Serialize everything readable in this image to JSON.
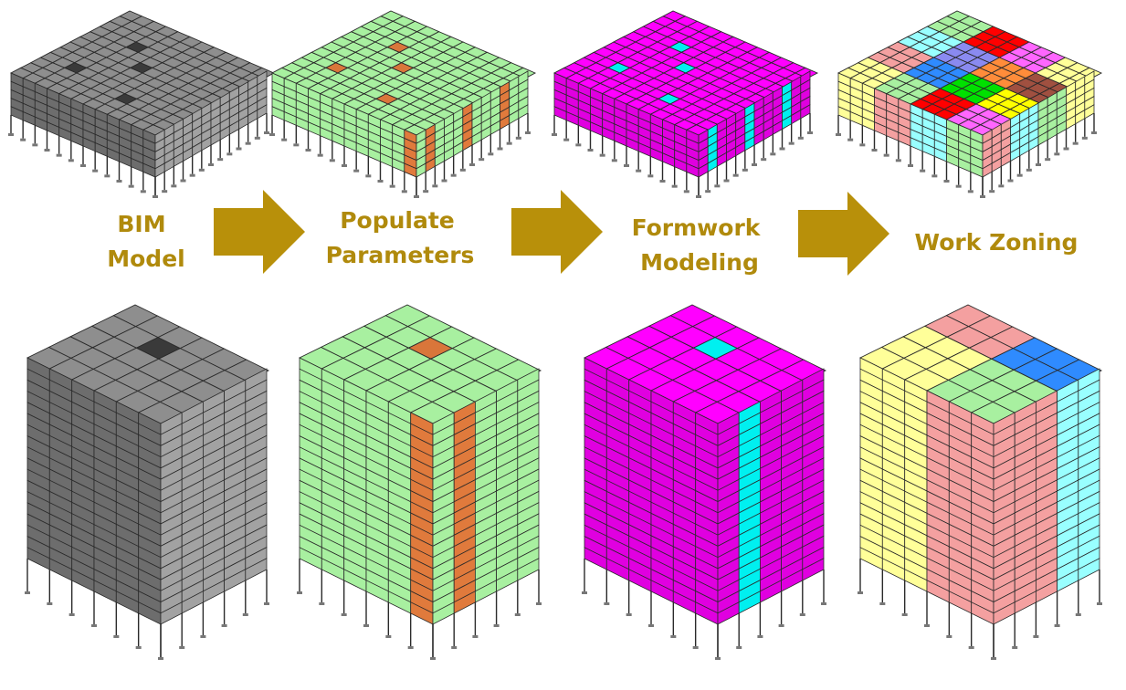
{
  "diagram": {
    "stages": [
      {
        "id": "bim",
        "label_lines": [
          "BIM",
          "Model"
        ],
        "scheme": "gray"
      },
      {
        "id": "populate",
        "label_lines": [
          "Populate",
          "Parameters"
        ],
        "scheme": "params"
      },
      {
        "id": "formwork",
        "label_lines": [
          "Formwork",
          "Modeling"
        ],
        "scheme": "formwork"
      },
      {
        "id": "zoning",
        "label_lines": [
          "Work Zoning"
        ],
        "scheme": "zones"
      }
    ],
    "colors": {
      "label": "#b08a0c",
      "arrow": "#b8900a",
      "outline": "#2a2a2a",
      "gray": {
        "top": "#8e8e8e",
        "left": "#6d6d6d",
        "right": "#a2a2a2"
      },
      "params": {
        "top": "#a8f0a0",
        "side": "#a8f0a0",
        "accent": "#e07a3c",
        "opening": "#d9763a"
      },
      "formwork": {
        "top": "#ff00ff",
        "side": "#e000e0",
        "accent": "#00f0f0"
      },
      "zones": [
        "#ffff99",
        "#f4a0a0",
        "#99ffff",
        "#a8f0a0",
        "#2f8bff",
        "#8a8af0",
        "#ff0000",
        "#00e000",
        "#ff8c3a",
        "#ff66ff",
        "#ffff00",
        "#a05040"
      ]
    }
  }
}
